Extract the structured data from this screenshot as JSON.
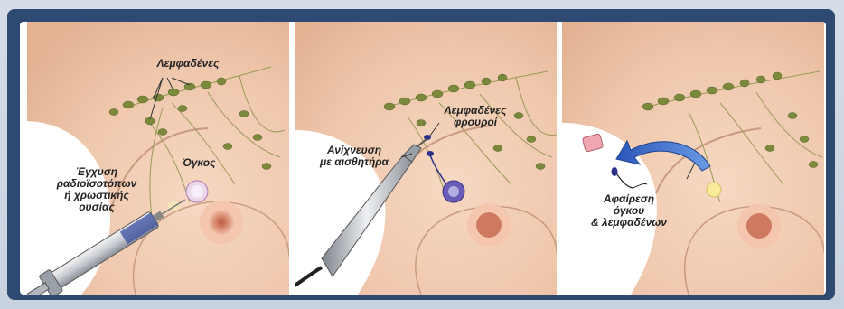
{
  "panel1": {
    "label_nodes": "Λεμφαδένες",
    "label_tumor": "Όγκος",
    "label_injection": "Έγχυση\nραδιοϊσοτόπων\nή χρωστικής\nουσίας"
  },
  "panel2": {
    "label_detection": "Ανίχνευση\nμε αισθητήρα",
    "label_sentinel": "Λεμφαδένες\nφρουροί"
  },
  "panel3": {
    "label_removal": "Αφαίρεση\nόγκου\n& λεμφαδένων"
  },
  "colors": {
    "frame": "#2f4a72",
    "skin": "#f0cbb2",
    "node": "#7b8a3a",
    "tumor": "#7a6ec4",
    "arrow": "#3c6bc8"
  }
}
